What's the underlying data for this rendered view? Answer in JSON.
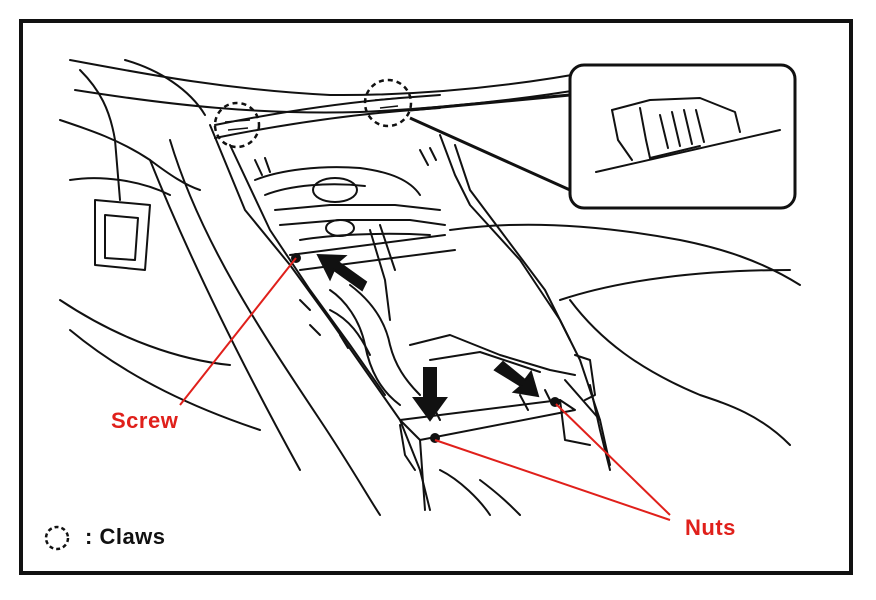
{
  "diagram": {
    "labels": {
      "screw": "Screw",
      "nuts": "Nuts",
      "claws": ": Claws"
    },
    "colors": {
      "callout": "#e0201b",
      "line_art": "#111111",
      "background": "#ffffff"
    },
    "legend": {
      "symbol": "dashed-circle-icon"
    }
  }
}
